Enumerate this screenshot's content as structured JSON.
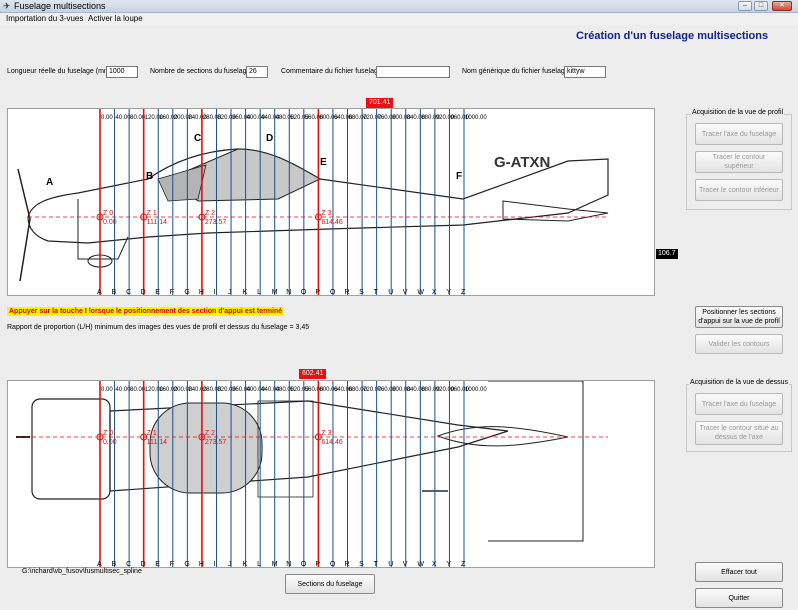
{
  "window": {
    "title": "Fuselage multisections"
  },
  "menu": {
    "items": [
      "Importation du 3-vues",
      "Activer la loupe"
    ]
  },
  "heading": "Création d'un fuselage multisections",
  "fields": {
    "longueur_label": "Longueur réelle du fuselage (mm)",
    "longueur_value": "1000",
    "sections_label": "Nombre de sections du fuselage",
    "sections_value": "26",
    "commentaire_label": "Commentaire du fichier fuselage",
    "commentaire_value": "",
    "nom_label": "Nom générique du fichier fuselage",
    "nom_value": "kittyw"
  },
  "profile_view": {
    "top_marker": "701.41",
    "right_marker": "106.7",
    "scale_ticks": [
      "0.00",
      "40.00",
      "80.00",
      "120.00",
      "160.00",
      "200.00",
      "240.00",
      "280.00",
      "320.00",
      "360.00",
      "400.00",
      "440.00",
      "480.00",
      "520.00",
      "560.00",
      "600.00",
      "640.00",
      "680.00",
      "720.00",
      "760.00",
      "800.00",
      "840.00",
      "880.00",
      "920.00",
      "960.00",
      "1000.00"
    ],
    "section_letters": [
      "A",
      "B",
      "C",
      "D",
      "E",
      "F",
      "G",
      "H",
      "I",
      "J",
      "K",
      "L",
      "M",
      "N",
      "O",
      "P",
      "Q",
      "R",
      "S",
      "T",
      "U",
      "V",
      "W",
      "X",
      "Y",
      "Z"
    ],
    "drawing_letters": [
      "A",
      "B",
      "C",
      "D",
      "E",
      "F"
    ],
    "support_sections": [
      {
        "name": "Z 0",
        "value": "0.00"
      },
      {
        "name": "Z 1",
        "value": "111.14"
      },
      {
        "name": "Z 2",
        "value": "273.57"
      },
      {
        "name": "Z 3",
        "value": "614.46"
      }
    ],
    "registration": "G-ATXN"
  },
  "top_view": {
    "top_marker": "602.41",
    "scale_ticks": [
      "0.00",
      "40.00",
      "80.00",
      "120.00",
      "160.00",
      "200.00",
      "240.00",
      "280.00",
      "320.00",
      "360.00",
      "400.00",
      "440.00",
      "480.00",
      "520.00",
      "560.00",
      "600.00",
      "640.00",
      "680.00",
      "720.00",
      "760.00",
      "800.00",
      "840.00",
      "880.00",
      "920.00",
      "960.00",
      "1000.00"
    ],
    "section_letters": [
      "A",
      "B",
      "C",
      "D",
      "E",
      "F",
      "G",
      "H",
      "I",
      "J",
      "K",
      "L",
      "M",
      "N",
      "O",
      "P",
      "Q",
      "R",
      "S",
      "T",
      "U",
      "V",
      "W",
      "X",
      "Y",
      "Z"
    ],
    "support_sections": [
      {
        "name": "Z 0",
        "value": "0.00"
      },
      {
        "name": "Z 1",
        "value": "111.14"
      },
      {
        "name": "Z 2",
        "value": "273.57"
      },
      {
        "name": "Z 3",
        "value": "614.46"
      }
    ]
  },
  "messages": {
    "warning": "Appuyer sur la touche I lorsque le positionnement des section d'appui est terminé",
    "ratio": "Rapport de proportion (L/H) minimum des images des vues de profil et dessus du fuselage = 3,45"
  },
  "profile_group": {
    "title": "Acquisition de la vue de profil",
    "buttons": [
      "Tracer l'axe du fuselage",
      "Tracer le contour supérieur",
      "Tracer le contour inférieur"
    ]
  },
  "middle_buttons": {
    "position": "Positionner les sections d'appui sur la vue de profil",
    "validate": "Valider les contours"
  },
  "top_group": {
    "title": "Acquisition de la vue de dessus",
    "buttons": [
      "Tracer l'axe du fuselage",
      "Tracer le contour situé au dessus de l'axe"
    ]
  },
  "footer": {
    "file_path": "G:\\richard\\vb_fusov\\fusmultisec_spline",
    "sections_button": "Sections du fuselage",
    "clear_button": "Effacer tout",
    "quit_button": "Quitter"
  },
  "colors": {
    "heading": "#16208f",
    "section_line": "#1b4f8a",
    "support_line": "#e01010",
    "tag": "#e81010"
  }
}
